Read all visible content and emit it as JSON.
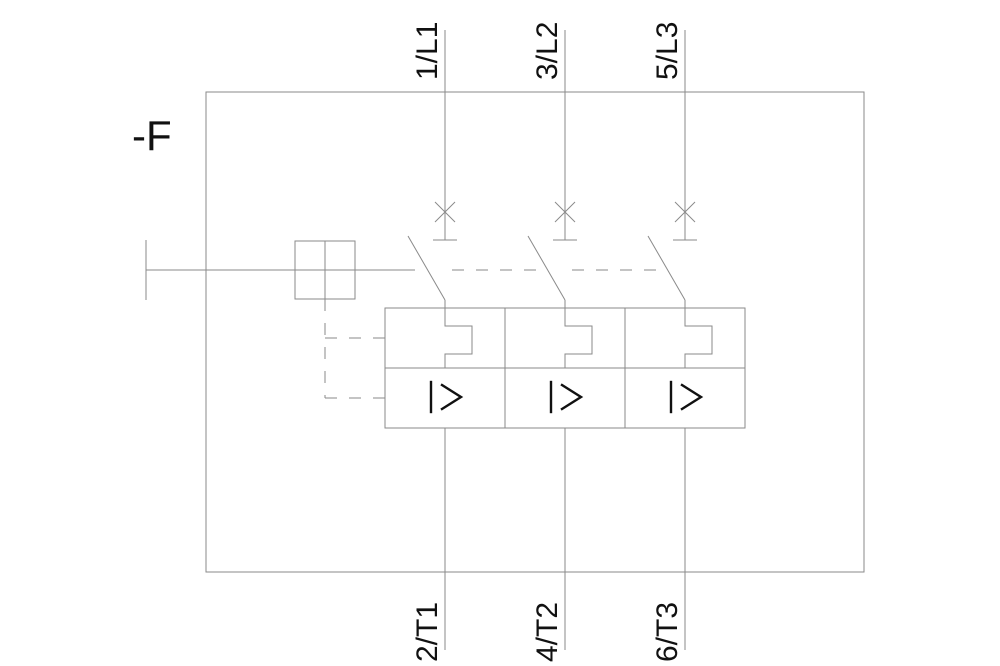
{
  "device": {
    "designation": "-F"
  },
  "terminals": {
    "supply": [
      "1/L1",
      "3/L2",
      "5/L3"
    ],
    "load": [
      "2/T1",
      "4/T2",
      "6/T3"
    ]
  },
  "release": {
    "symbol": "I>"
  },
  "colors": {
    "line": "#8a8a8a",
    "symbol": "#111111",
    "background": "#ffffff"
  }
}
